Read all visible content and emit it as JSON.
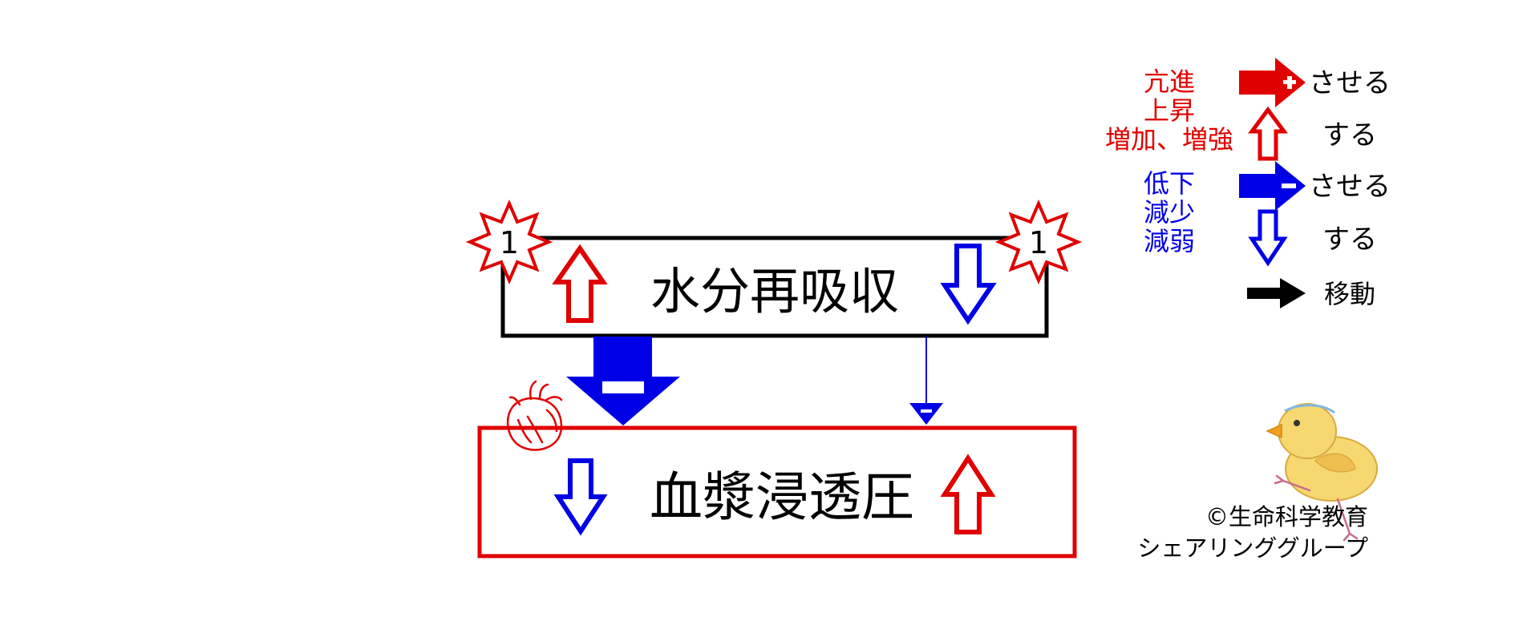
{
  "colors": {
    "red": "#e00000",
    "blue": "#0000e6",
    "black": "#000000"
  },
  "diagram": {
    "top_box": {
      "label": "水分再吸収",
      "badge_left": "1",
      "badge_right": "1"
    },
    "bottom_box": {
      "label": "血漿浸透圧"
    },
    "icons": [
      "heart-icon",
      "chick-icon"
    ]
  },
  "legend": {
    "red_terms": [
      "亢進",
      "上昇",
      "増加、増強"
    ],
    "blue_terms": [
      "低下",
      "減少",
      "減弱"
    ],
    "promote_label": "させる",
    "increase_label": "する",
    "suppress_label": "させる",
    "decrease_label": "する",
    "move_label": "移動"
  },
  "credit": {
    "line1": "©生命科学教育",
    "line2": "シェアリンググループ"
  }
}
